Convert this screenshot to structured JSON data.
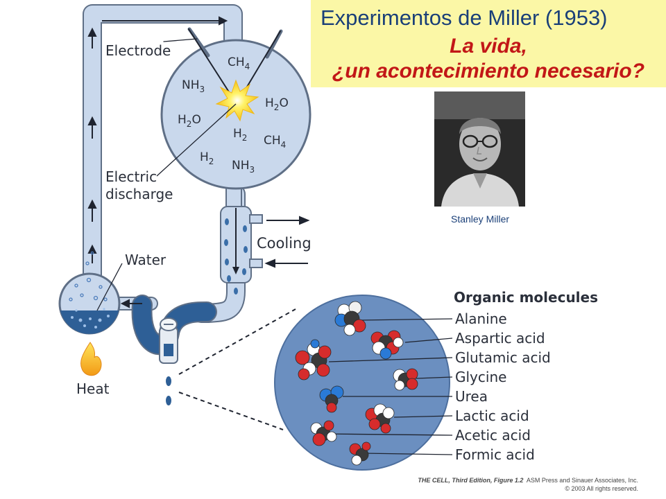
{
  "title": {
    "line1": "Experimentos  de Miller (1953)",
    "line2": "La vida,",
    "line3": "¿un acontecimiento necesario?"
  },
  "portrait_caption": "Stanley Miller",
  "apparatus": {
    "electrode": "Electrode",
    "electric_discharge": [
      "Electric",
      "discharge"
    ],
    "cooling": "Cooling",
    "water": "Water",
    "heat": "Heat",
    "gases": [
      "CH4",
      "NH3",
      "H2O",
      "H2O",
      "H2",
      "CH4",
      "H2",
      "NH3"
    ]
  },
  "organic": {
    "heading": "Organic molecules",
    "molecules": [
      "Alanine",
      "Aspartic acid",
      "Glutamic acid",
      "Glycine",
      "Urea",
      "Lactic acid",
      "Acetic acid",
      "Formic acid"
    ]
  },
  "credit": {
    "book": "THE CELL, Third Edition, Figure 1.2",
    "publisher": "ASM Press and Sinauer Associates, Inc.",
    "copyright": "© 2003 All rights reserved."
  },
  "colors": {
    "tube": "#c9d8ec",
    "tube_outline": "#5f6f86",
    "water": "#2e5f96",
    "sphere": "#6b8fc0",
    "title_bg": "#fbf7a6",
    "title_blue": "#1a3f78",
    "title_red": "#c21717"
  }
}
